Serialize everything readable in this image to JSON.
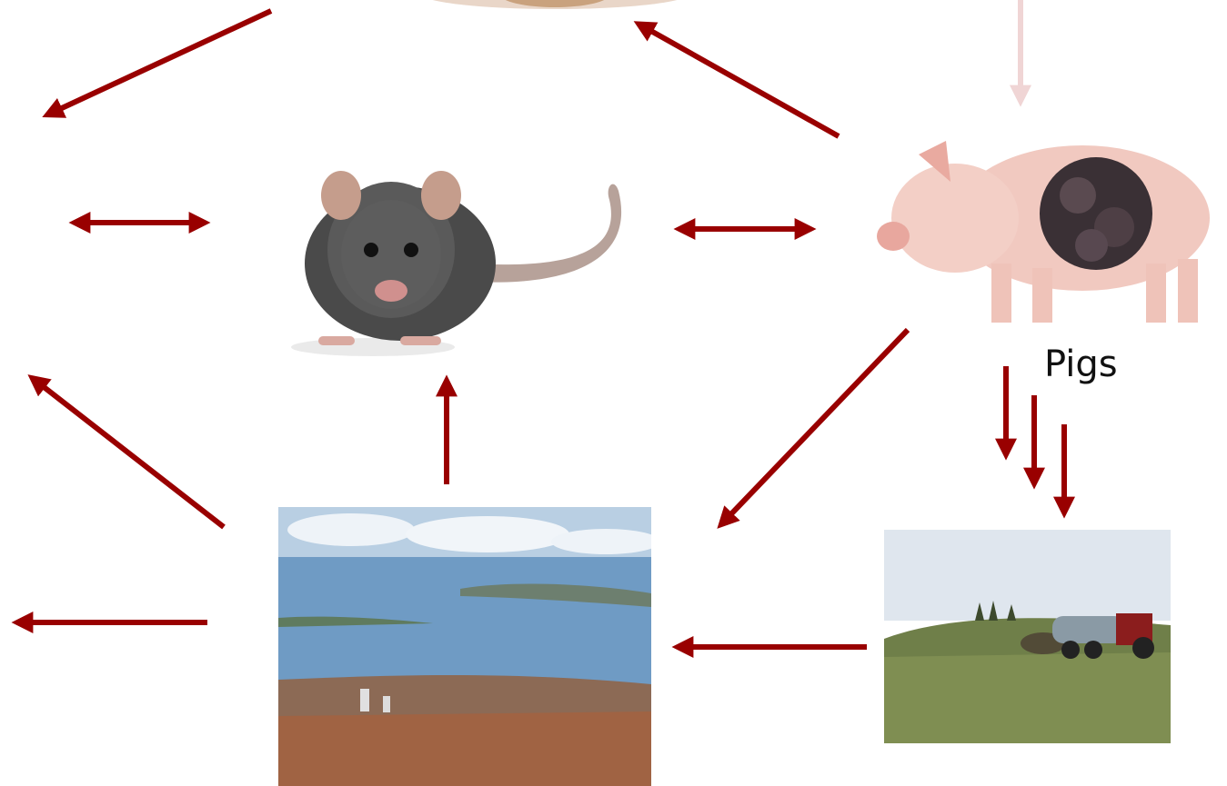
{
  "labels": {
    "pigs": "Pigs"
  },
  "nodes": [
    {
      "id": "rat",
      "icon": "rat-photo"
    },
    {
      "id": "pig",
      "icon": "pig-photo-with-virus"
    },
    {
      "id": "city",
      "icon": "coastal-town-aerial-photo"
    },
    {
      "id": "field",
      "icon": "manure-spreading-tractor-photo"
    }
  ],
  "colors": {
    "arrow": "#990000",
    "faded_arrow": "#f0d5d5"
  }
}
